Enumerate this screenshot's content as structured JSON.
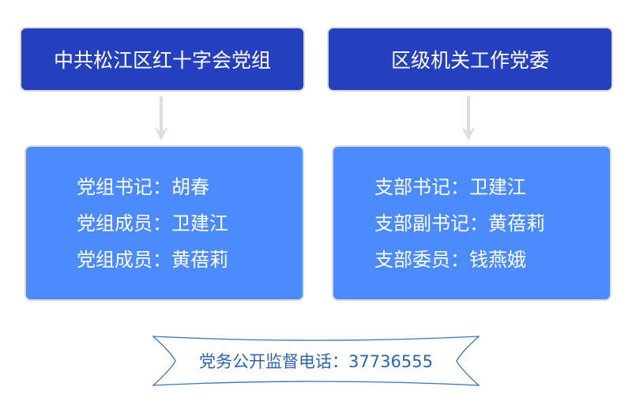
{
  "left": {
    "title": "中共松江区红十字会党组",
    "members": [
      "党组书记：胡春",
      "党组成员：卫建江",
      "党组成员：黄蓓莉"
    ]
  },
  "right": {
    "title": "区级机关工作党委",
    "members": [
      "支部书记：卫建江",
      "支部副书记：黄蓓莉",
      "支部委员：钱燕娥"
    ]
  },
  "hotline": "党务公开监督电话：37736555"
}
